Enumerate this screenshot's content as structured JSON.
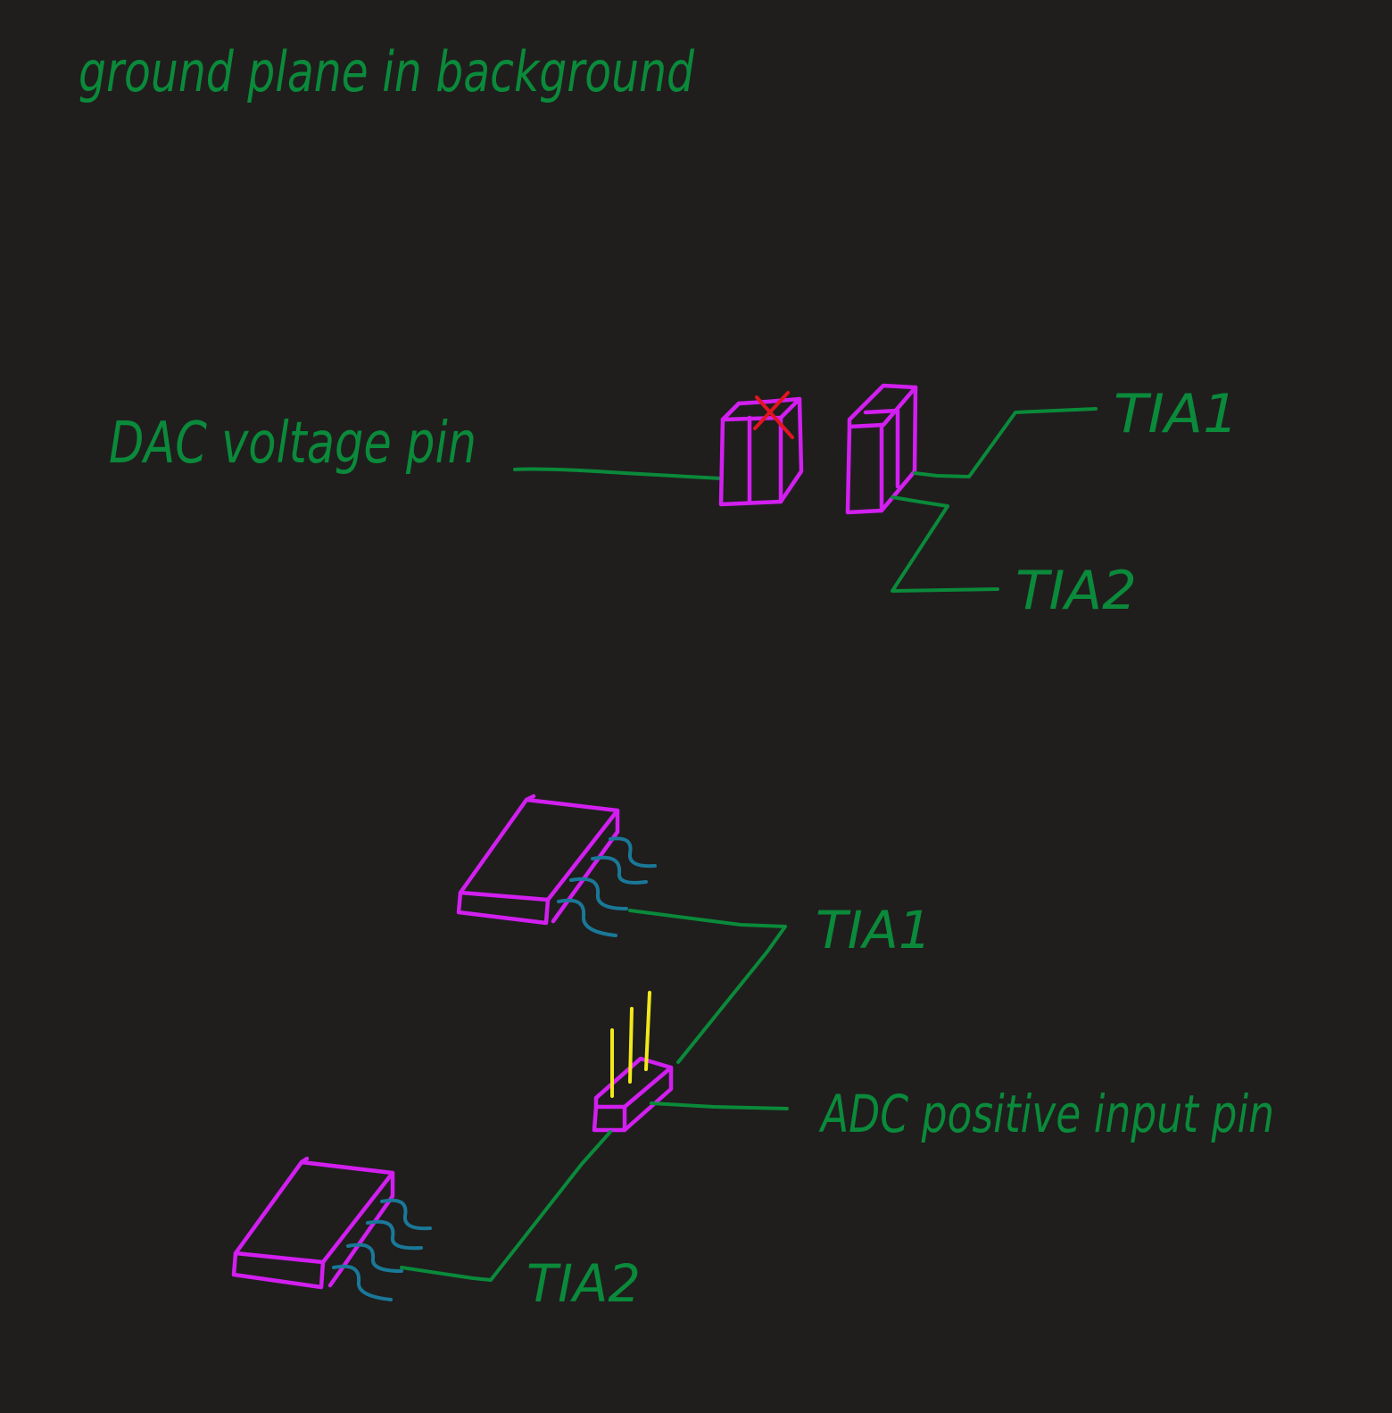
{
  "title": "ground plane in background",
  "top_section": {
    "dac_label": "DAC voltage pin",
    "tia1_label": "TIA1",
    "tia2_label": "TIA2"
  },
  "bottom_section": {
    "tia1_label": "TIA1",
    "adc_label": "ADC positive input pin",
    "tia2_label": "TIA2"
  },
  "colors": {
    "background": "#1f1e1d",
    "ink_green": "#0a8a3a",
    "component_magenta": "#d21ff0",
    "lead_blue": "#1a7898",
    "heat_yellow": "#f2e81a",
    "cross_red": "#e0151f"
  }
}
